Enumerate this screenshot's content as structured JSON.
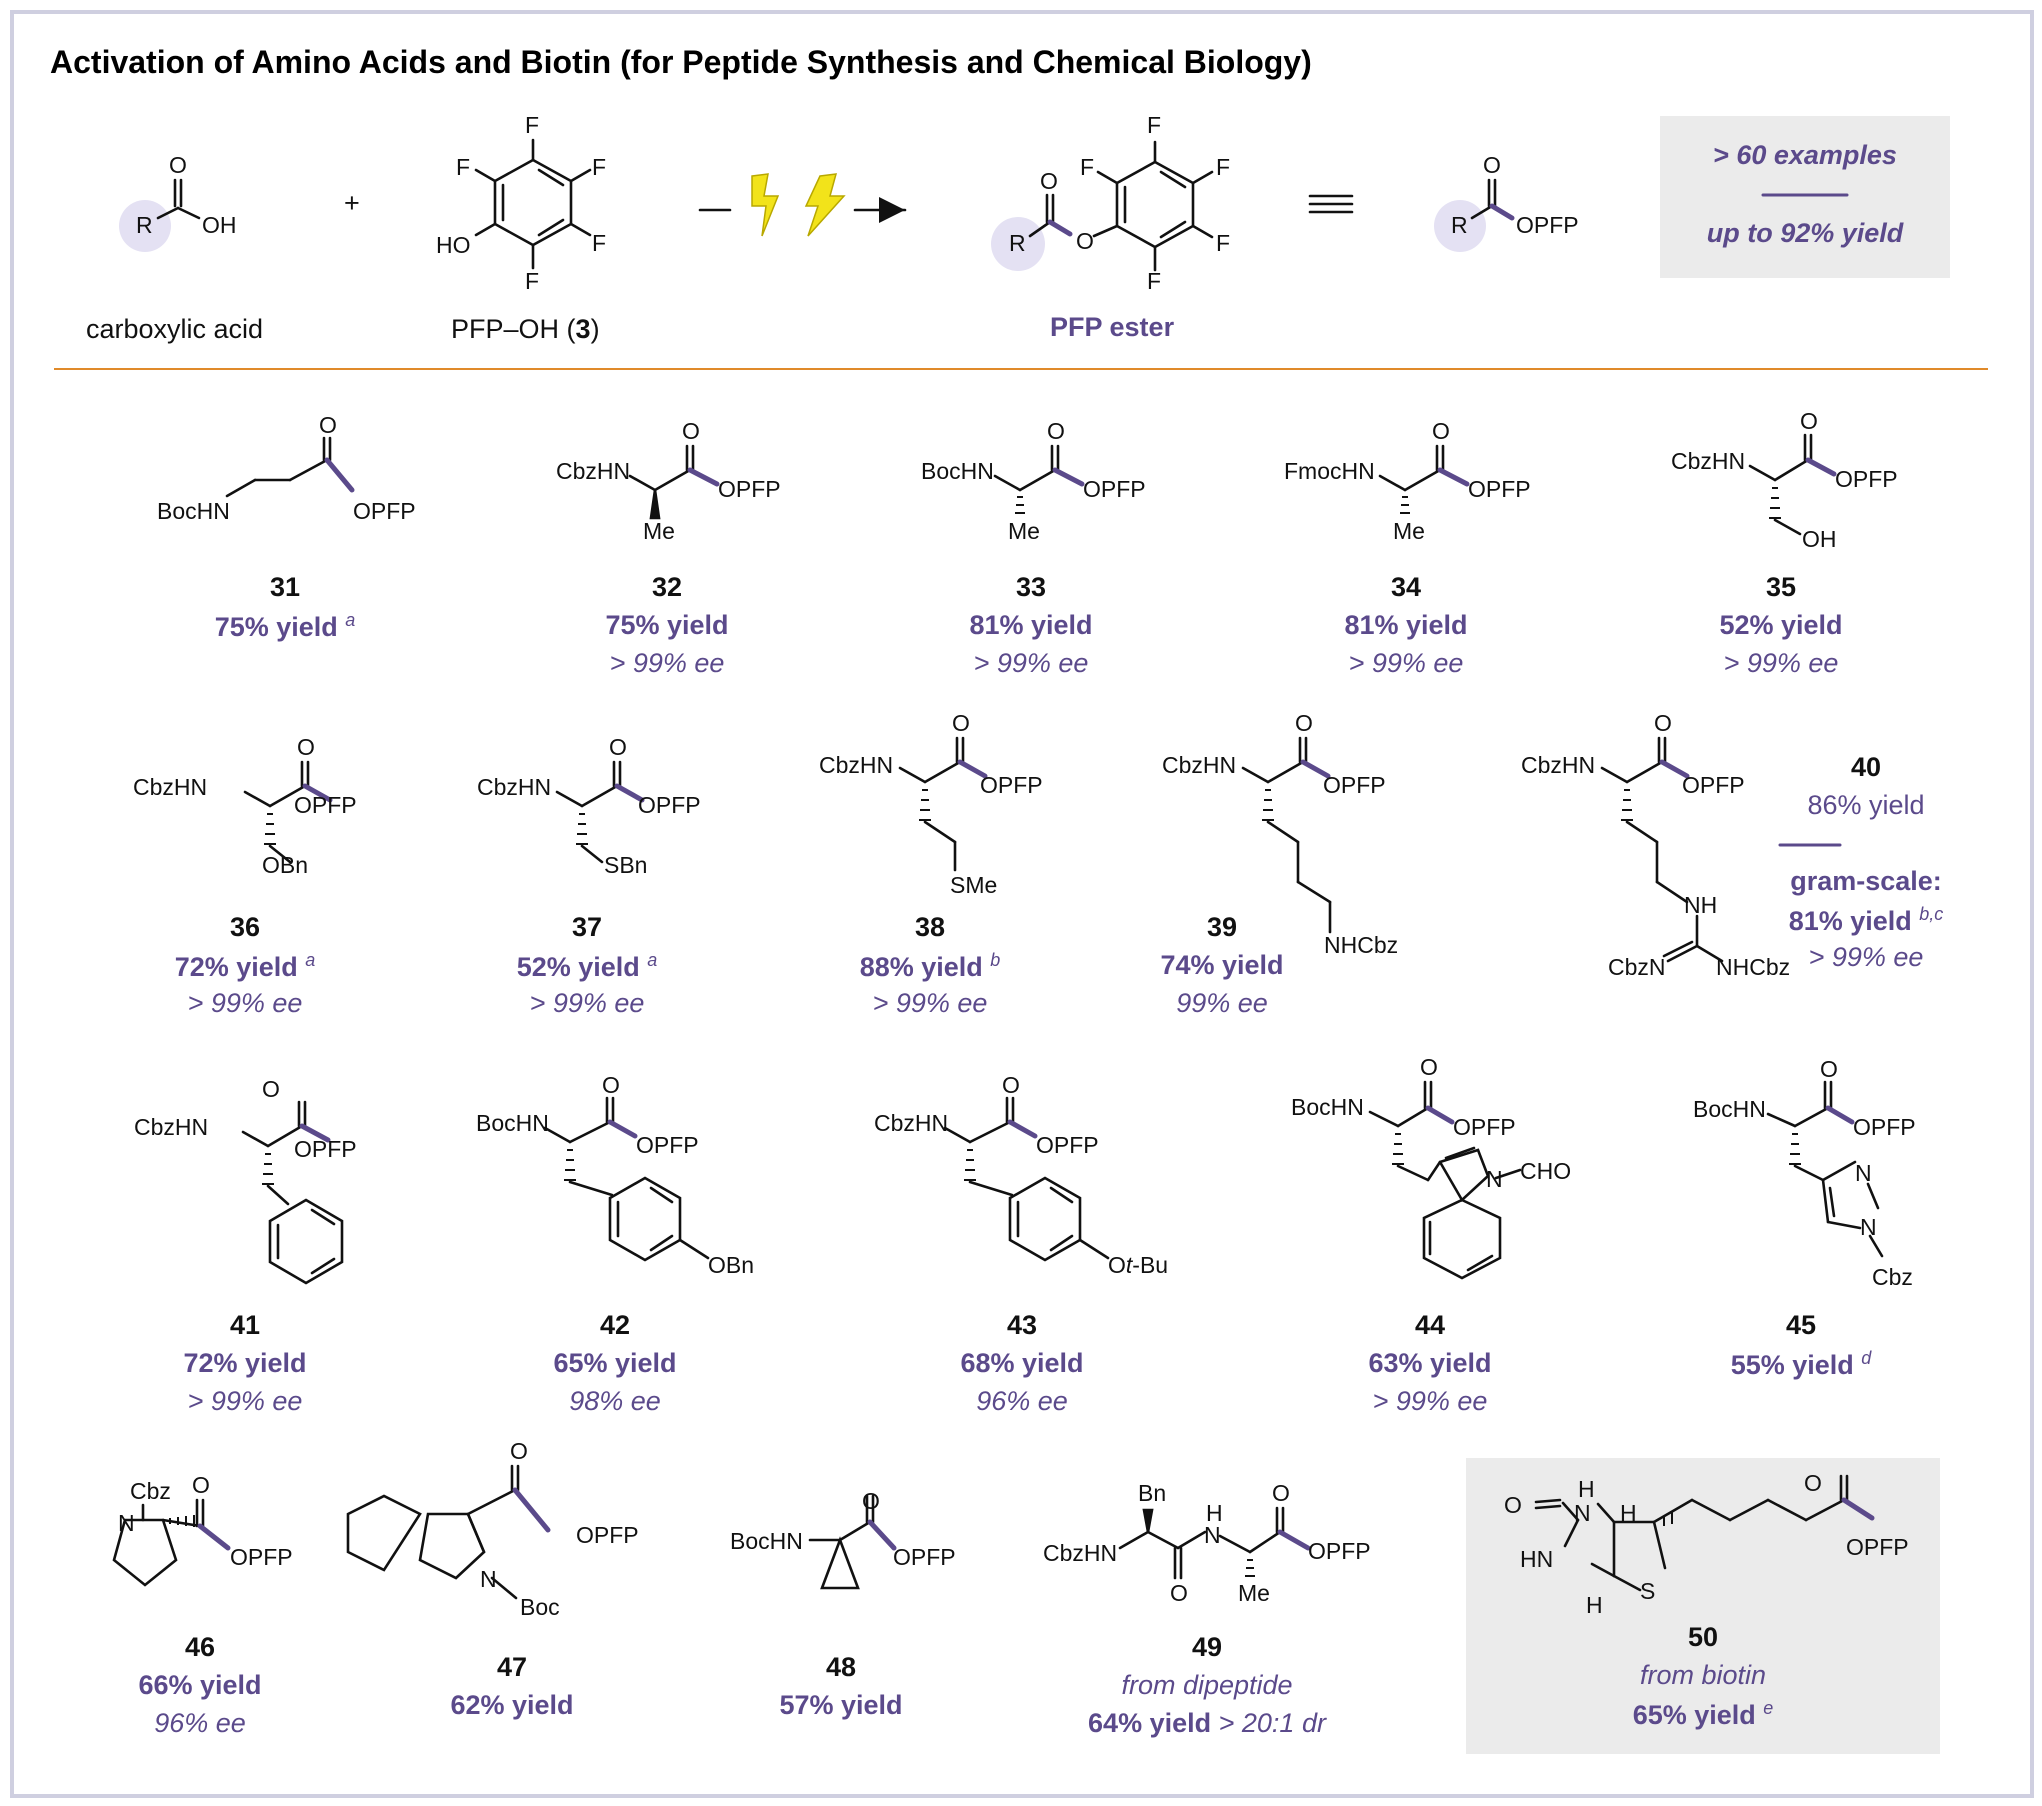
{
  "title": "Activation of Amino Acids and Biotin (for Peptide Synthesis and Chemical Biology)",
  "scheme": {
    "acid_label": "carboxylic acid",
    "plus": "+",
    "pfp_oh_label": "PFP–OH (",
    "pfp_oh_num": "3",
    "pfp_oh_close": ")",
    "product_label": "PFP ester",
    "equiv": "≡",
    "examples": "> 60 examples",
    "max_yield": "up to 92% yield"
  },
  "atoms": {
    "O": "O",
    "OH": "OH",
    "F": "F",
    "HO": "HO",
    "R": "R",
    "OPFP": "OPFP",
    "H": "H",
    "S": "S",
    "N": "N",
    "HN": "HN",
    "BocHN": "BocHN",
    "CbzHN": "CbzHN",
    "FmocHN": "FmocHN",
    "Me": "Me",
    "OBn": "OBn",
    "SBn": "SBn",
    "SMe": "SMe",
    "NHCbz": "NHCbz",
    "NH": "NH",
    "CbzN": "CbzN",
    "OtBu_pre": "O",
    "OtBu_it": "t",
    "OtBu_post": "-Bu",
    "CHO": "CHO",
    "Cbz": "Cbz",
    "Boc": "Boc",
    "Bn": "Bn"
  },
  "compounds": [
    {
      "num": "31",
      "yield": "75% yield",
      "note": "a"
    },
    {
      "num": "32",
      "yield": "75% yield",
      "ee": "> 99% ee"
    },
    {
      "num": "33",
      "yield": "81% yield",
      "ee": "> 99% ee"
    },
    {
      "num": "34",
      "yield": "81% yield",
      "ee": "> 99% ee"
    },
    {
      "num": "35",
      "yield": "52% yield",
      "ee": "> 99% ee"
    },
    {
      "num": "36",
      "yield": "72% yield",
      "note": "a",
      "ee": "> 99% ee"
    },
    {
      "num": "37",
      "yield": "52% yield",
      "note": "a",
      "ee": "> 99% ee"
    },
    {
      "num": "38",
      "yield": "88% yield",
      "note": "b",
      "ee": "> 99% ee"
    },
    {
      "num": "39",
      "yield": "74% yield",
      "ee": "99% ee"
    },
    {
      "num": "40",
      "yield": "86% yield",
      "gram_label": "gram-scale:",
      "gram_yield": "81% yield",
      "note": "b,c",
      "ee": "> 99% ee"
    },
    {
      "num": "41",
      "yield": "72% yield",
      "ee": "> 99% ee"
    },
    {
      "num": "42",
      "yield": "65% yield",
      "ee": "98% ee"
    },
    {
      "num": "43",
      "yield": "68% yield",
      "ee": "96% ee"
    },
    {
      "num": "44",
      "yield": "63% yield",
      "ee": "> 99% ee"
    },
    {
      "num": "45",
      "yield": "55% yield",
      "note": "d"
    },
    {
      "num": "46",
      "yield": "66% yield",
      "ee": "96% ee"
    },
    {
      "num": "47",
      "yield": "62% yield"
    },
    {
      "num": "48",
      "yield": "57% yield"
    },
    {
      "num": "49",
      "source": "from dipeptide",
      "yield": "64% yield",
      "dr": "> 20:1 dr"
    },
    {
      "num": "50",
      "source": "from biotin",
      "yield": "65% yield",
      "note": "e"
    }
  ],
  "colors": {
    "accent": "#5b4a8b",
    "highlight": "#e4e1f3",
    "rule": "#e08a2a",
    "box": "#ebebeb",
    "bolt": "#f2e31a"
  }
}
